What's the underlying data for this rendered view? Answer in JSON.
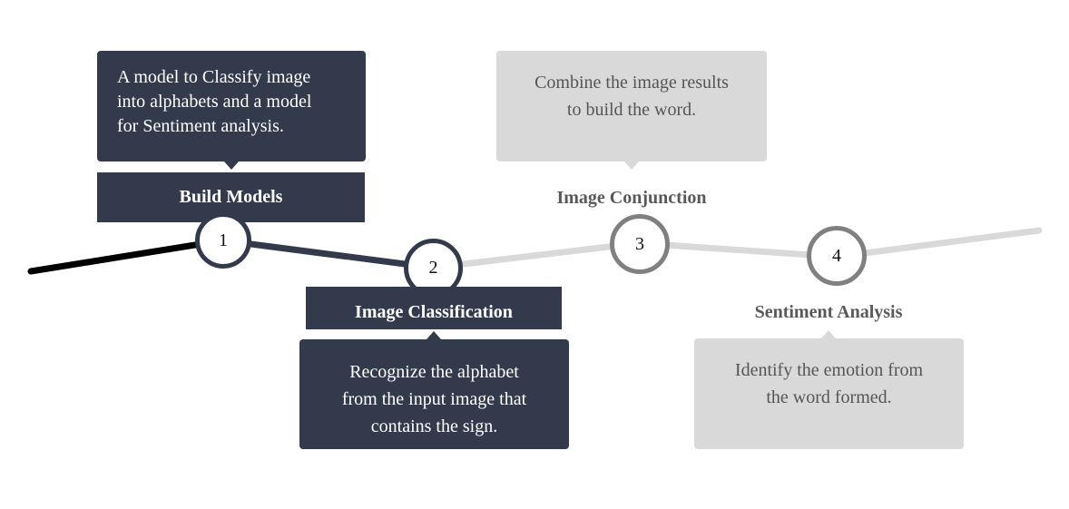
{
  "steps": [
    {
      "number": "1",
      "title": "Build Models",
      "description_lines": [
        "A model to  Classify image",
        "into alphabets and a model",
        "for Sentiment analysis."
      ],
      "status": "completed"
    },
    {
      "number": "2",
      "title": "Image Classification",
      "description_lines": [
        "Recognize the alphabet",
        "from the input image that",
        "contains the sign."
      ],
      "status": "completed"
    },
    {
      "number": "3",
      "title": "Image Conjunction",
      "description_lines": [
        "Combine the image results",
        "to build the word."
      ],
      "status": "pending"
    },
    {
      "number": "4",
      "title": "Sentiment Analysis",
      "description_lines": [
        "Identify the emotion from",
        "the word formed."
      ],
      "status": "pending"
    }
  ],
  "colors": {
    "completed_fill": "#323a4b",
    "pending_fill": "#d9d9d9",
    "pending_ring": "#808080",
    "lead_line": "#000000"
  }
}
